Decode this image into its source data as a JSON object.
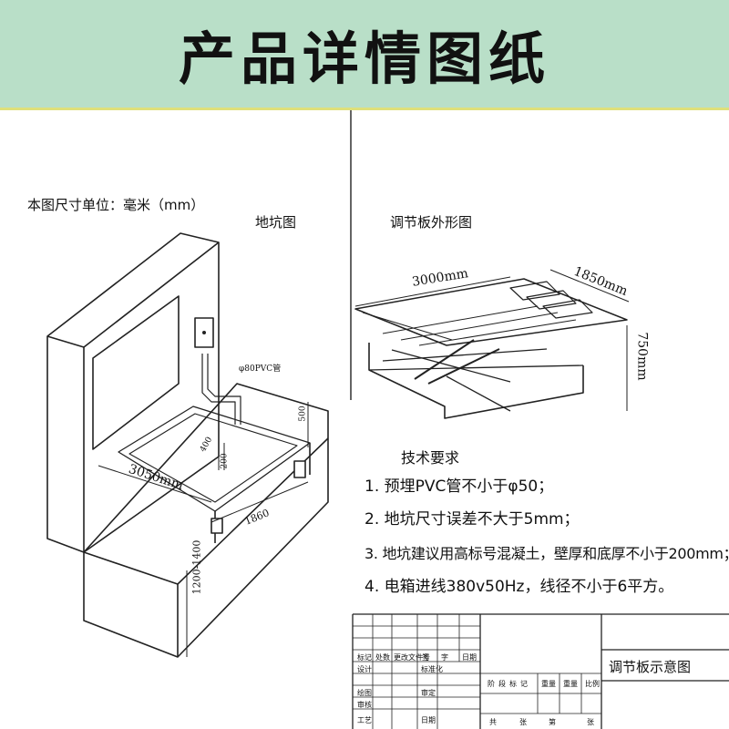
{
  "banner": {
    "title": "产品详情图纸"
  },
  "left": {
    "unit_note": "本图尺寸单位：毫米（mm）",
    "title": "地坑图",
    "dim_length": "3050mm",
    "dim_width": "1860",
    "dim_height": "1200-1400",
    "dim_pvc": "φ80PVC管",
    "dim_400": "400",
    "dim_200": "200",
    "dim_500": "500"
  },
  "right": {
    "title": "调节板外形图",
    "dim_length": "3000mm",
    "dim_width": "1850mm",
    "dim_height": "750mm"
  },
  "tech": {
    "title": "技术要求",
    "items": [
      "1. 预埋PVC管不小于φ50；",
      "2. 地坑尺寸误差不大于5mm；",
      "3. 地坑建议用高标号混凝土，壁厚和底厚不小于200mm；",
      "4. 电箱进线380v50Hz，线径不小于6平方。"
    ]
  },
  "title_block": {
    "drawing_name": "调节板示意图",
    "row_a": [
      "标记",
      "处数",
      "更改文件号",
      "签",
      "字",
      "日期"
    ],
    "row_design": [
      "设",
      "计",
      "标准化"
    ],
    "row_draw": [
      "绘",
      "图",
      "审",
      "定"
    ],
    "row_check": [
      "审",
      "核"
    ],
    "row_process": [
      "工",
      "艺",
      "日",
      "期"
    ],
    "stage": [
      "阶",
      "段",
      "标",
      "记",
      "重量",
      "重量",
      "比例"
    ],
    "sheets": [
      "共",
      "张",
      "第",
      "张"
    ]
  }
}
